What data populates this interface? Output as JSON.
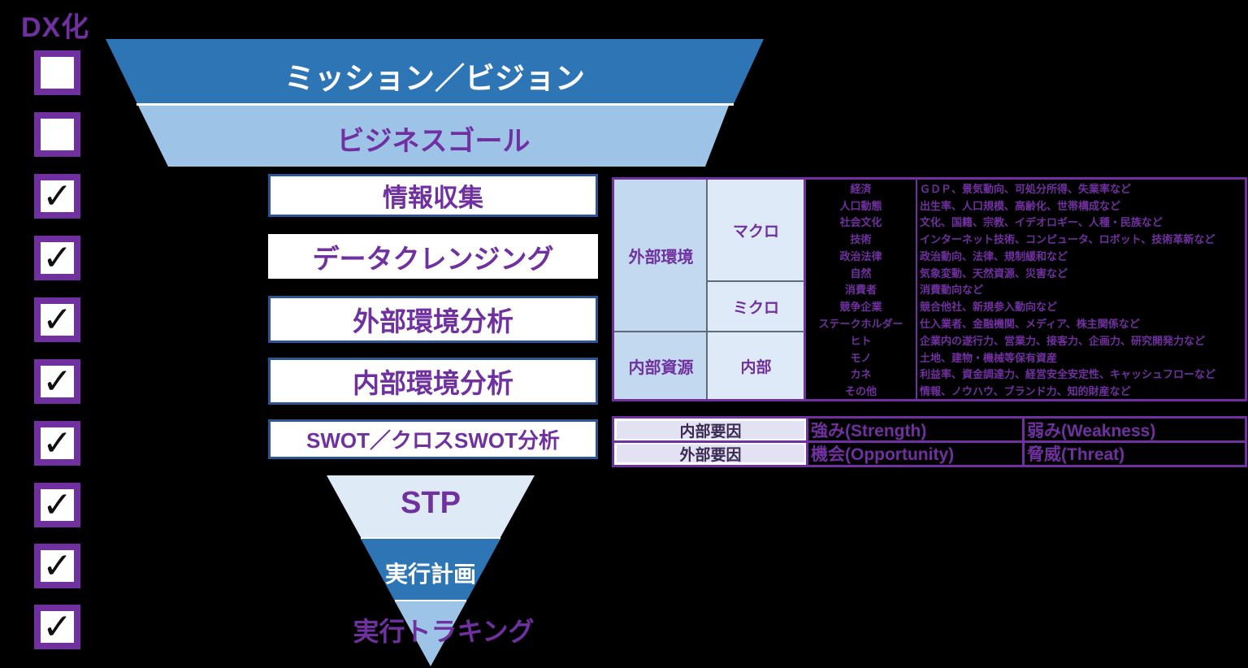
{
  "title": "DX化",
  "colors": {
    "accent_purple": "#7030A0",
    "dark_blue": "#2E75B6",
    "light_blue": "#9DC3E6",
    "pale_blue": "#DEEBF7",
    "cell_blue": "#C3D9F0",
    "lavender": "#E3E2F3",
    "box_border_navy": "#2F5496",
    "background": "#000000"
  },
  "checkboxes": {
    "items": [
      {
        "checked": false,
        "mark": ""
      },
      {
        "checked": false,
        "mark": ""
      },
      {
        "checked": true,
        "mark": "✓"
      },
      {
        "checked": true,
        "mark": "✓"
      },
      {
        "checked": true,
        "mark": "✓"
      },
      {
        "checked": true,
        "mark": "✓"
      },
      {
        "checked": true,
        "mark": "✓"
      },
      {
        "checked": true,
        "mark": "✓"
      },
      {
        "checked": true,
        "mark": "✓"
      },
      {
        "checked": true,
        "mark": "✓"
      }
    ]
  },
  "funnel": {
    "mission": "ミッション／ビジョン",
    "goal": "ビジネスゴール"
  },
  "steps": {
    "s1": "情報収集",
    "s2": "データクレンジング",
    "s3": "外部環境分析",
    "s4": "内部環境分析",
    "s5": "SWOT／クロスSWOT分析"
  },
  "env_table": {
    "outer_label": "外部環境",
    "inner_label": "内部資源",
    "macro_label": "マクロ",
    "micro_label": "ミクロ",
    "internal_label": "内部",
    "rows": [
      {
        "category": "経済",
        "desc": "ＧＤＰ、景気動向、可処分所得、失業率など"
      },
      {
        "category": "人口動態",
        "desc": "出生率、人口規模、高齢化、世帯構成など"
      },
      {
        "category": "社会文化",
        "desc": "文化、国籍、宗教、イデオロギー、人種・民族など"
      },
      {
        "category": "技術",
        "desc": "インターネット技術、コンピュータ、ロボット、技術革新など"
      },
      {
        "category": "政治法律",
        "desc": "政治動向、法律、規制緩和など"
      },
      {
        "category": "自然",
        "desc": "気象変動、天然資源、災害など"
      },
      {
        "category": "消費者",
        "desc": "消費動向など"
      },
      {
        "category": "競争企業",
        "desc": "競合他社、新規参入動向など"
      },
      {
        "category": "ステークホルダー",
        "desc": "仕入業者、金融機関、メディア、株主関係など"
      },
      {
        "category": "ヒト",
        "desc": "企業内の遂行力、営業力、接客力、企画力、研究開発力など"
      },
      {
        "category": "モノ",
        "desc": "土地、建物・機械等保有資産"
      },
      {
        "category": "カネ",
        "desc": "利益率、資金調達力、経営安全安定性、キャッシュフローなど"
      },
      {
        "category": "その他",
        "desc": "情報、ノウハウ、ブランド力、知的財産など"
      }
    ]
  },
  "swot": {
    "row1_header": "内部要因",
    "row2_header": "外部要因",
    "strength": "強み(Strength)",
    "weakness": "弱み(Weakness)",
    "opportunity": "機会(Opportunity)",
    "threat": "脅威(Threat)"
  },
  "bottom": {
    "stp": "STP",
    "plan": "実行計画",
    "tracking": "実行トラキング"
  }
}
